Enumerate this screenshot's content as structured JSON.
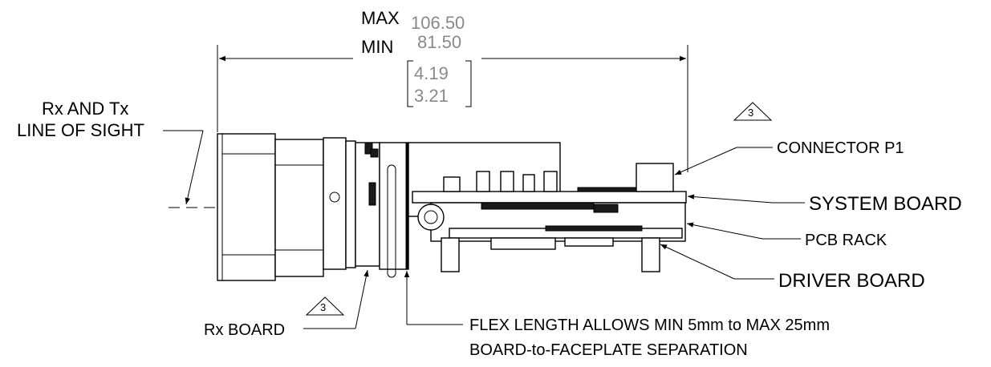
{
  "dimension": {
    "max_label": "MAX",
    "max_value": "106.50",
    "min_label": "MIN",
    "min_value": "81.50",
    "inch_max": "4.19",
    "inch_min": "3.21"
  },
  "callouts": {
    "line_of_sight_1": "Rx AND Tx",
    "line_of_sight_2": "LINE OF SIGHT",
    "connector": "CONNECTOR P1",
    "system_board": "SYSTEM BOARD",
    "pcb_rack": "PCB RACK",
    "driver_board": "DRIVER BOARD",
    "rx_board": "Rx BOARD",
    "flex_1": "FLEX LENGTH ALLOWS MIN 5mm to MAX 25mm",
    "flex_2": "BOARD-to-FACEPLATE SEPARATION"
  },
  "revision_flags": {
    "top": "3",
    "bottom": "3"
  },
  "colors": {
    "line": "#000000",
    "dimension_text": "#8a8a8a",
    "background": "#ffffff"
  }
}
